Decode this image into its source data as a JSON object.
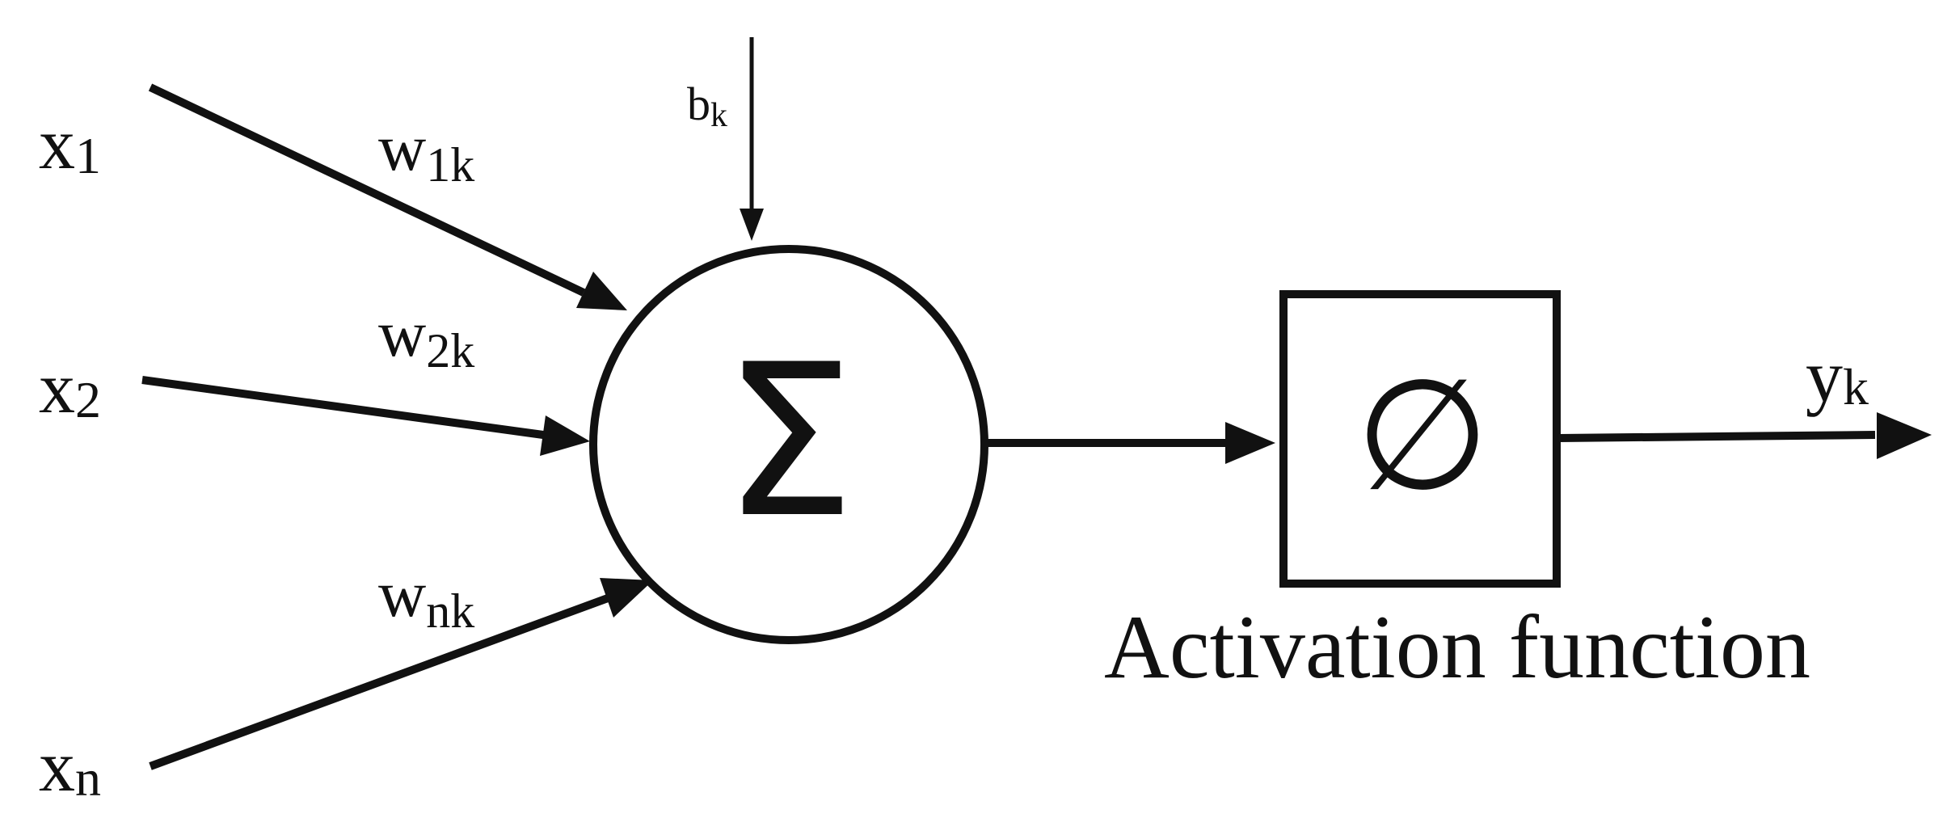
{
  "inputs": [
    {
      "base": "x",
      "sub": "1"
    },
    {
      "base": "x",
      "sub": "2"
    },
    {
      "base": "x",
      "sub": "n"
    }
  ],
  "weights": [
    {
      "base": "w",
      "sub": "1k"
    },
    {
      "base": "w",
      "sub": "2k"
    },
    {
      "base": "w",
      "sub": "nk"
    }
  ],
  "bias": {
    "base": "b",
    "sub": "k"
  },
  "summation_symbol": "Σ",
  "activation_symbol": "∅",
  "activation_label": "Activation function",
  "output": {
    "base": "y",
    "sub": "k"
  }
}
